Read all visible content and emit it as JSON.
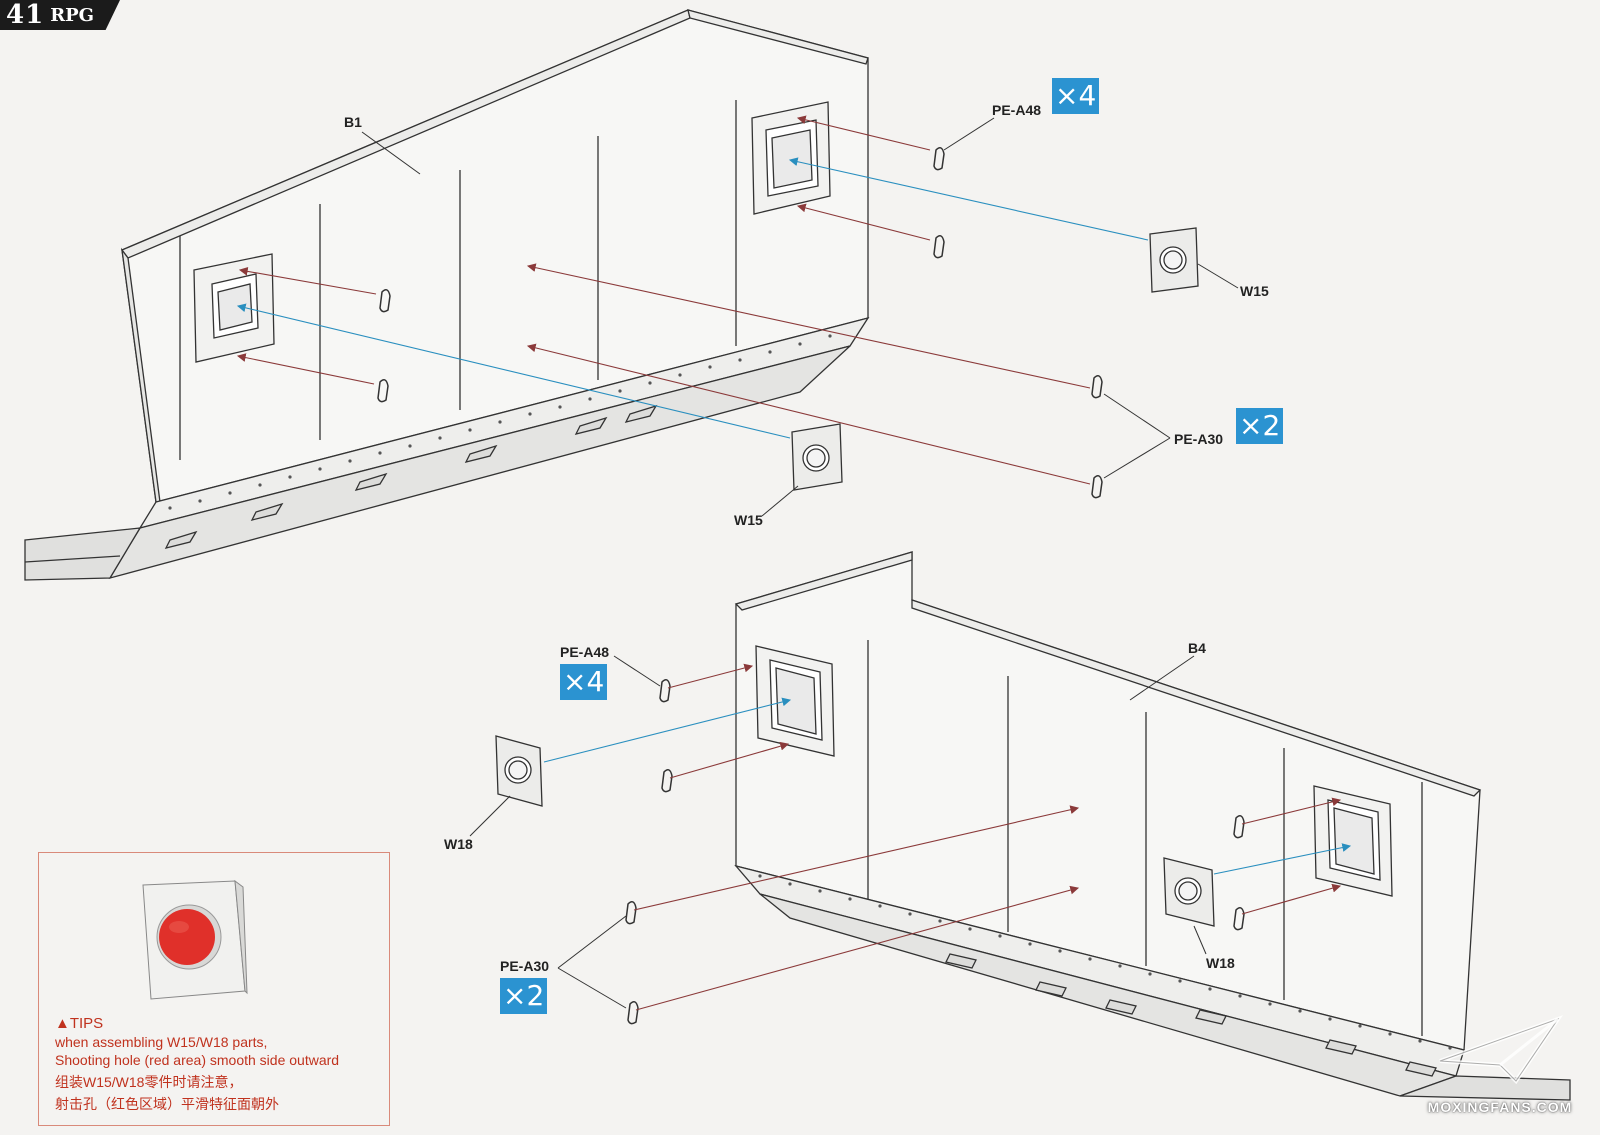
{
  "page_badge": {
    "number": "41",
    "brand": "RPG"
  },
  "labels": {
    "b1": "B1",
    "b4": "B4",
    "pe_a48_top": "PE-A48",
    "pe_a48_bottom": "PE-A48",
    "pe_a30_top": "PE-A30",
    "pe_a30_bottom": "PE-A30",
    "w15_right": "W15",
    "w15_left": "W15",
    "w18_left": "W18",
    "w18_right": "W18"
  },
  "quantities": {
    "pe_a48_top": "×4",
    "pe_a30_top": "×2",
    "pe_a48_bottom": "×4",
    "pe_a30_bottom": "×2"
  },
  "tips": {
    "title": "▲TIPS",
    "line1": "when assembling W15/W18 parts,",
    "line2": "Shooting hole (red area) smooth side outward",
    "line3": "组装W15/W18零件时请注意，",
    "line4": "射击孔（红色区域）平滑特征面朝外"
  },
  "watermark": {
    "text": "MOXINGFANS.COM"
  },
  "colors": {
    "qty_badge": "#2b93d1",
    "arrow_red": "#8b3a3a",
    "arrow_blue": "#2a8fbf",
    "tips_text": "#c0321e",
    "shooting_hole": "#e0302a"
  }
}
